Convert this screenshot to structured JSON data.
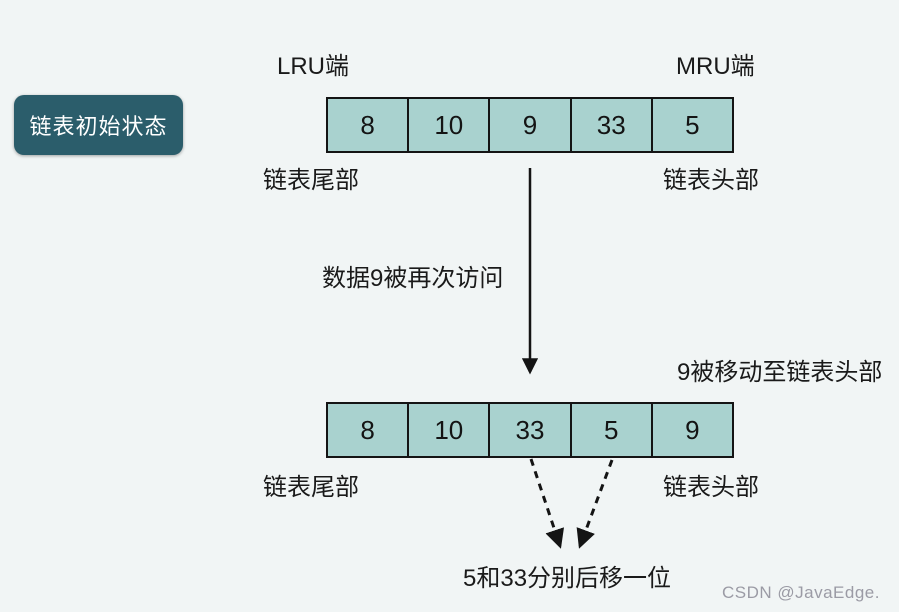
{
  "badge": {
    "label": "链表初始状态"
  },
  "list_initial": {
    "lru_label": "LRU端",
    "mru_label": "MRU端",
    "tail_label": "链表尾部",
    "head_label": "链表头部",
    "cells": [
      "8",
      "10",
      "9",
      "33",
      "5"
    ]
  },
  "list_after": {
    "tail_label": "链表尾部",
    "head_label": "链表头部",
    "cells": [
      "8",
      "10",
      "33",
      "5",
      "9"
    ]
  },
  "annotations": {
    "access_event": "数据9被再次访问",
    "moved_to_head": "9被移动至链表头部",
    "shifted_back": "5和33分别后移一位"
  },
  "watermark": "CSDN @JavaEdge.",
  "colors": {
    "background": "#f1f5f5",
    "badge_bg": "#2b5d6b",
    "badge_text": "#ffffff",
    "cell_fill": "#a9d2cf",
    "cell_border": "#141414",
    "text": "#1a1a1a",
    "watermark": "#9b9ba5"
  }
}
